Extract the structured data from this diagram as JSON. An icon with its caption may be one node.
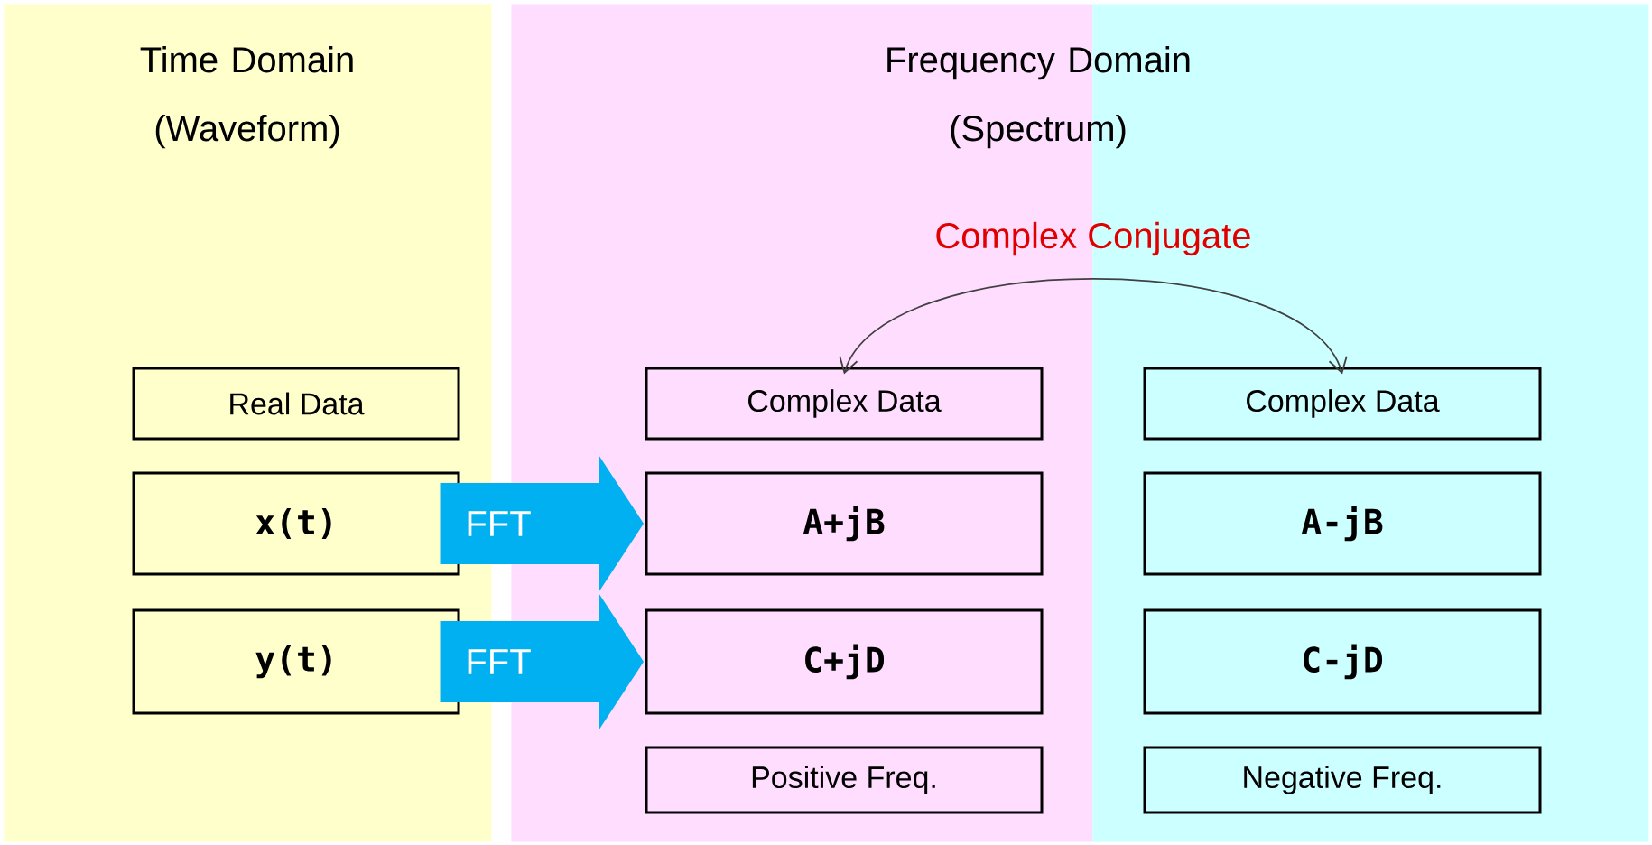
{
  "diagram": {
    "nodes": [
      {
        "text": [
          "Time Domain (Waveform)"
        ]
      },
      {
        "text": [
          "Frequency Domain (Spectrum)"
        ]
      },
      {
        "text": [],
        "shape": "box"
      },
      {
        "text": [
          "Real Data"
        ],
        "in": 0
      },
      {
        "text": [
          "x(t)"
        ],
        "in": 0
      },
      {
        "text": [
          "y(t)"
        ],
        "in": 0
      },
      {
        "text": [
          "Complex Data"
        ],
        "in": 1
      },
      {
        "text": [
          "A+jB"
        ],
        "in": 1
      },
      {
        "text": [
          "C+jD"
        ],
        "in": 1
      },
      {
        "text": [
          "Positive Freq."
        ],
        "in": 1
      },
      {
        "text": [
          "Complex Data"
        ],
        "in": 2
      },
      {
        "text": [
          "A-jB"
        ],
        "in": 2
      },
      {
        "text": [
          "C-jD"
        ],
        "in": 2
      },
      {
        "text": [
          "Negative Freq."
        ],
        "in": 2
      }
    ],
    "edges": [
      {
        "from": 6,
        "to": 10,
        "arrow": "both",
        "label": "Complex Conjugate",
        "color": "#404040"
      },
      {
        "from": 4,
        "to": 7,
        "arrow": "to",
        "label": "FFT"
      },
      {
        "from": 5,
        "to": 8,
        "arrow": "to",
        "label": "FFT"
      }
    ]
  }
}
